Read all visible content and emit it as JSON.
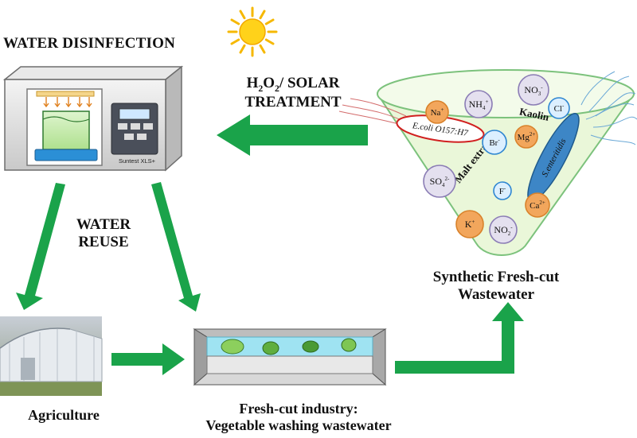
{
  "labels": {
    "disinfection": "WATER DISINFECTION",
    "treatment": {
      "h": "H",
      "two_a": "2",
      "o": "O",
      "two_b": "2",
      "rest": "/ SOLAR",
      "line2": "TREATMENT"
    },
    "reuse": {
      "line1": "WATER",
      "line2": "REUSE"
    },
    "synthetic": {
      "line1": "Synthetic Fresh-cut",
      "line2": "Wastewater"
    },
    "agriculture": "Agriculture",
    "freshcut": {
      "line1": "Fresh-cut industry:",
      "line2": "Vegetable washing wastewater"
    }
  },
  "device": {
    "brand": "Suntest XLS+"
  },
  "funnel": {
    "kaolin": "Kaolin",
    "malt": "Malt extract",
    "ecoli": "E.coli O157:H7",
    "senteritidis": "S.enteritidis",
    "ions": [
      {
        "id": "na",
        "text": "Na",
        "sup": "+",
        "type": "cation"
      },
      {
        "id": "nh4",
        "text": "NH",
        "sub": "4",
        "sup": "+",
        "type": "other"
      },
      {
        "id": "no3",
        "text": "NO",
        "sub": "3",
        "sup": "-",
        "type": "other"
      },
      {
        "id": "cl",
        "text": "Cl",
        "sup": "-",
        "type": "anion"
      },
      {
        "id": "br",
        "text": "Br",
        "sup": "-",
        "type": "anion"
      },
      {
        "id": "mg",
        "text": "Mg",
        "sup": "2+",
        "type": "cation"
      },
      {
        "id": "so4",
        "text": "SO",
        "sub": "4",
        "sup": "2-",
        "type": "other"
      },
      {
        "id": "f",
        "text": "F",
        "sup": "-",
        "type": "anion"
      },
      {
        "id": "ca",
        "text": "Ca",
        "sup": "2+",
        "type": "cation"
      },
      {
        "id": "k",
        "text": "K",
        "sup": "+",
        "type": "cation"
      },
      {
        "id": "no2",
        "text": "NO",
        "sub": "2",
        "sup": "-",
        "type": "other"
      }
    ]
  },
  "colors": {
    "arrow": "#1aa34a",
    "cation_fill": "#f2a65c",
    "cation_stroke": "#d9822b",
    "anion_fill": "#dcefff",
    "anion_stroke": "#2e86d1",
    "other_fill": "#e4e0ef",
    "other_stroke": "#8b7db5",
    "funnel_fill": "#eaf7d9",
    "funnel_stroke": "#7cc27c",
    "ecoli_stroke": "#d12020",
    "senteritidis_fill": "#3d86c6",
    "water": "#9fe3f2",
    "sun": "#ffd21a"
  }
}
